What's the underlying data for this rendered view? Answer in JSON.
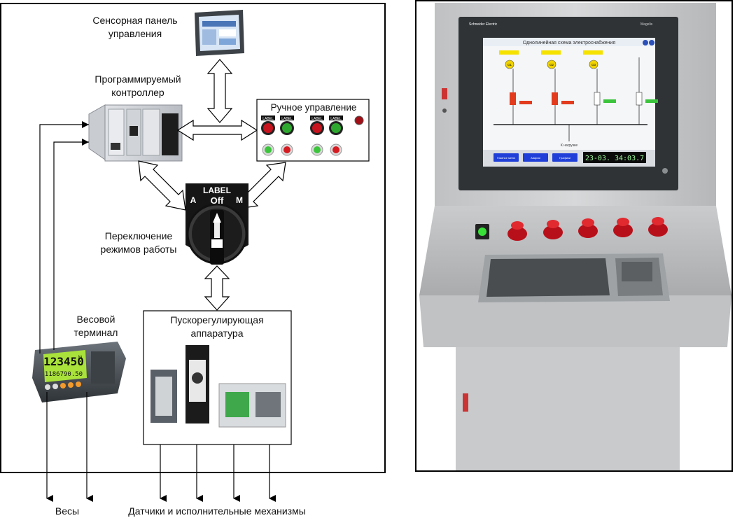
{
  "labels": {
    "touch_panel": "Сенсорная панель управления",
    "plc": "Программируемый контроллер",
    "manual_control": "Ручное управление",
    "mode_switch": "Переключение режимов работы",
    "weight_terminal": "Весовой терминал",
    "starter_equipment": "Пускорегулирующая аппаратура",
    "scales": "Весы",
    "sensors_actuators": "Датчики и исполнительные механизмы"
  },
  "manual_panel": {
    "button_label": "LABEL",
    "button_label_2": "LABEL",
    "button_label_3": "LABEL",
    "button_label_4": "LABEL"
  },
  "mode_switch": {
    "label": "LABEL",
    "off": "Off",
    "auto": "A",
    "manual": "M"
  },
  "weight_display": {
    "main_value": "123450",
    "unit": "kg",
    "sub_value": "1186790.50"
  },
  "hmi_photo": {
    "brand": "Schneider Electric",
    "model": "Magelis",
    "screen_title": "Однолинейная схема электроснабжения",
    "bus_label": "К нагрузке",
    "generators": [
      "G1",
      "G2",
      "G3"
    ],
    "buttons": [
      "Главное меню",
      "Аварии",
      "Графики"
    ],
    "clock": "23-03.  34:03.7"
  },
  "colors": {
    "arrow_fill": "#ffffff",
    "line": "#000000",
    "green_button": "#2fa82f",
    "red_button": "#c8141e",
    "lcd": "#a9e23b",
    "hmi_blue": "#1f3fd8"
  }
}
